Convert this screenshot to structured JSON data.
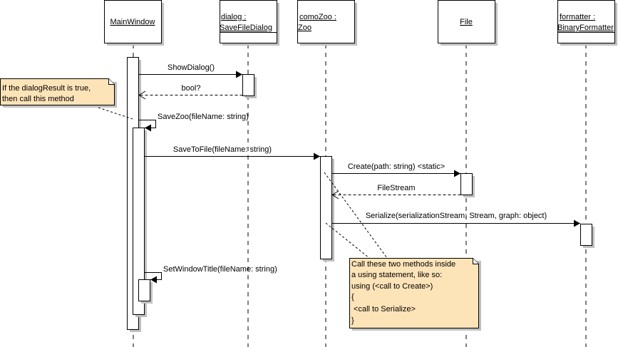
{
  "diagram": {
    "type": "UML sequence diagram",
    "lifelines": [
      {
        "id": "mainwindow",
        "lines": [
          "MainWindow"
        ]
      },
      {
        "id": "dialog",
        "lines": [
          "dialog :",
          "SaveFileDialog"
        ]
      },
      {
        "id": "comozoo",
        "lines": [
          "comoZoo :",
          "Zoo"
        ]
      },
      {
        "id": "file",
        "lines": [
          "File"
        ]
      },
      {
        "id": "formatter",
        "lines": [
          "formatter :",
          "BinaryFormatter"
        ]
      }
    ],
    "messages": [
      {
        "id": "show-dialog",
        "label": "ShowDialog()",
        "kind": "call",
        "from": "mainwindow",
        "to": "dialog"
      },
      {
        "id": "bool-return",
        "label": "bool?",
        "kind": "return",
        "from": "dialog",
        "to": "mainwindow"
      },
      {
        "id": "save-zoo",
        "label": "SaveZoo(fileName: string)",
        "kind": "self",
        "from": "mainwindow",
        "to": "mainwindow"
      },
      {
        "id": "save-to-file",
        "label": "SaveToFile(fileName: string)",
        "kind": "call",
        "from": "mainwindow",
        "to": "comozoo"
      },
      {
        "id": "create",
        "label": "Create(path: string) <static>",
        "kind": "call",
        "from": "comozoo",
        "to": "file"
      },
      {
        "id": "filestream-return",
        "label": "FileStream",
        "kind": "return",
        "from": "file",
        "to": "comozoo"
      },
      {
        "id": "serialize",
        "label": "Serialize(serializationStream: Stream, graph: object)",
        "kind": "call",
        "from": "comozoo",
        "to": "formatter"
      },
      {
        "id": "set-window-title",
        "label": "SetWindowTitle(fileName: string)",
        "kind": "self",
        "from": "mainwindow",
        "to": "mainwindow"
      }
    ],
    "notes": [
      {
        "id": "dialog-result-note",
        "lines": [
          "If the dialogResult is true,",
          "then call this method"
        ]
      },
      {
        "id": "using-note",
        "lines": [
          "Call these two methods inside",
          "a using statement, like so:",
          "using (<call to Create>)",
          "{",
          " <call to Serialize>",
          "}"
        ]
      }
    ],
    "colors": {
      "note_fill": "#fde3b8",
      "shadow": "#c0c0c0",
      "line": "#000000"
    }
  }
}
